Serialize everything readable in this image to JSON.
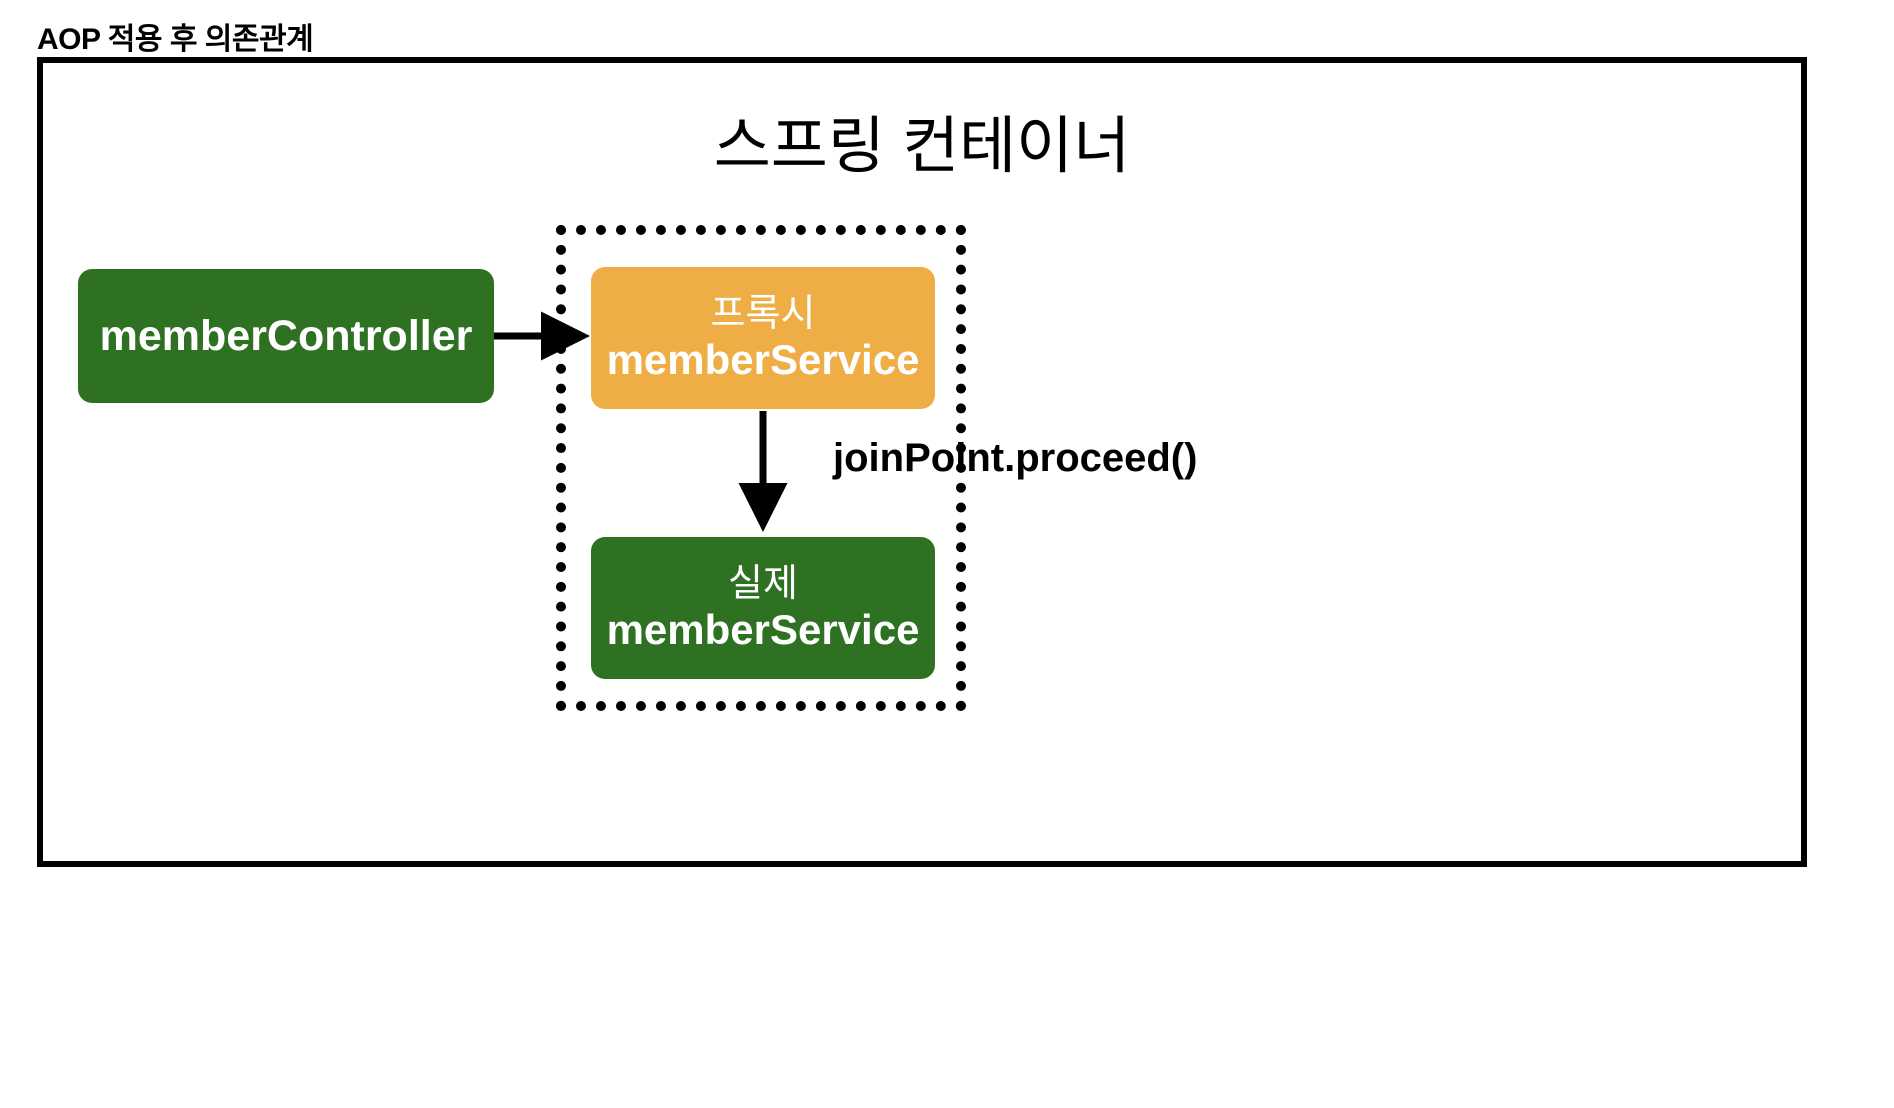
{
  "slide": {
    "title": "AOP 적용 후 의존관계"
  },
  "container": {
    "title": "스프링 컨테이너"
  },
  "nodes": {
    "controller": {
      "label": "memberController",
      "color": "#2e7122",
      "text_color": "#ffffff"
    },
    "proxy": {
      "line1": "프록시",
      "line2": "memberService",
      "color": "#efad46",
      "text_color": "#ffffff"
    },
    "real": {
      "line1": "실제",
      "line2": "memberService",
      "color": "#2e7122",
      "text_color": "#ffffff"
    }
  },
  "group": {
    "border_style": "dotted",
    "border_color": "#000000"
  },
  "annotations": {
    "proceed": "joinPoint.proceed()"
  },
  "arrows": [
    {
      "name": "controller-to-proxy",
      "from": "memberController",
      "to": "프록시 memberService"
    },
    {
      "name": "proxy-to-real",
      "from": "프록시 memberService",
      "to": "실제 memberService"
    }
  ],
  "colors": {
    "frame": "#000000",
    "background": "#ffffff",
    "green": "#2e7122",
    "orange": "#efad46"
  }
}
